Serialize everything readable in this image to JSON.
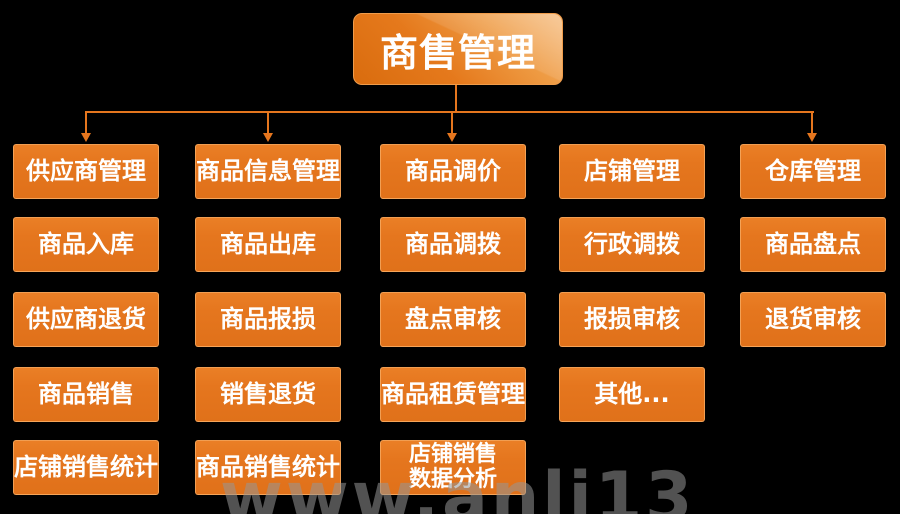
{
  "diagram": {
    "root": "商售管理",
    "columns": [
      {
        "name": "supplier",
        "nodes": [
          "供应商管理",
          "商品入库",
          "供应商退货",
          "商品销售",
          "店铺销售统计"
        ]
      },
      {
        "name": "product",
        "nodes": [
          "商品信息管理",
          "商品出库",
          "商品报损",
          "销售退货",
          "商品销售统计"
        ]
      },
      {
        "name": "pricing",
        "nodes": [
          "商品调价",
          "商品调拨",
          "盘点审核",
          "商品租赁管理",
          "店铺销售\n数据分析"
        ]
      },
      {
        "name": "store",
        "nodes": [
          "店铺管理",
          "行政调拨",
          "报损审核",
          "其他..."
        ]
      },
      {
        "name": "warehouse",
        "nodes": [
          "仓库管理",
          "商品盘点",
          "退货审核"
        ]
      }
    ]
  },
  "watermark": "www.anli13",
  "colors": {
    "background": "#000000",
    "node_fill": "#e5761e",
    "node_border": "#f0964d",
    "node_text": "#ffffff",
    "connector": "#e5761e",
    "watermark": "#969696"
  }
}
